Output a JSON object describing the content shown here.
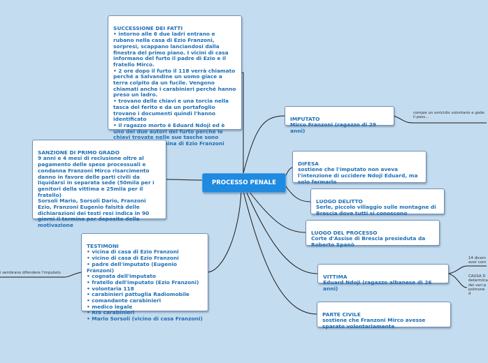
{
  "central": "PROCESSO PENALE",
  "nodes": {
    "successione": "SUCCESSIONE DEI FATTI\n• intorno alle 6 due ladri entrano e rubano nella casa di Ezio Franzoni, sorpresi, scappano lanciandosi dalla finestra del primo piano. I vicini di casa informano del furto il padre di Ezio e il fratello Mirco.\n• 2 ore dopo il furto il 118 verrà chiamato perché a Salvandine un uomo giace a terra colpito da un fucile. Vengono chiamati anche i carabinieri perché hanno preso un ladro.\n• trovano delle chiavi e una torcia nella tasca del ferito e da un portafoglio trovano i documenti quindi l'hanno identificato\n• il ragazzo morto è Eduard Ndoji ed è uno dei due autori del furto perché le chiavi trovate nelle sue tasche sono quelle della macchina di Ezio Franzoni",
    "sanzione": "SANZIONE DI PRIMO GRADO\n9 anni e 4 mesi di reclusione oltre al pagamento delle spese processuali e condanna Franzoni Mirco risarcimento danno in favore delle parti civili da liquidarsi in separata sede (50mila per i genitori della vittima e 25mila per il fratello)\nSorsoli Mario, Sorsoli Dario, Franzoni Ezio, Franzoni Eugenio falsità delle dichiarazioni dei testi resi indica in 90 giorni il termine per deposito della motivazione",
    "testimoni": "TESTIMONI\n• vicina di casa di Ezio Franzoni\n• vicino di casa di Ezio Franzoni\n• padre dell'imputato (Eugenio Franzoni)\n• cognata dell'imputato\n• fratello dell'imputato (Ezio Franzoni)\n• volontaria 118\n• carabinieri pattuglia Radiomobile\n• comandante carabinieri\n• medico legale\n• RIS carabinieri\n• Mario Sorsoli (vicino di casa Franzoni)",
    "imputato": "IMPUTATO\nMirco Franzoni (ragazzo di 29 anni)",
    "difesa": "DIFESA\nsostiene che l'imputato non aveva l'intenzione di uccidere Ndoji Eduard, ma solo fermarlo",
    "luogo_delitto": "LUOGO DELITTO\nSerle, piccolo villaggio sulle montagne di Brescia dove tutti si conoscono",
    "luogo_processo": "LUOGO DEL PROCESSO\nCorte d'Assise di Brescia presieduta da Roberto Spanò",
    "vittima": "VITTIMA\nEduard Ndoji (ragazzo albanese di 26 anni)",
    "parte_civile": "PARTE CIVILE\nsostiene che Franzoni Mirco avesse sparato volontariamente"
  },
  "notes": {
    "imputato_note": "compie un omicidio volontario e gode\nil pass...",
    "vittima_note_1": "14 dicem\naver com",
    "vittima_note_2": "CAUSA D\ndetermina\ndei vari p\npolmone d",
    "testimoni_note": "i sembrano difendere l'imputato"
  }
}
